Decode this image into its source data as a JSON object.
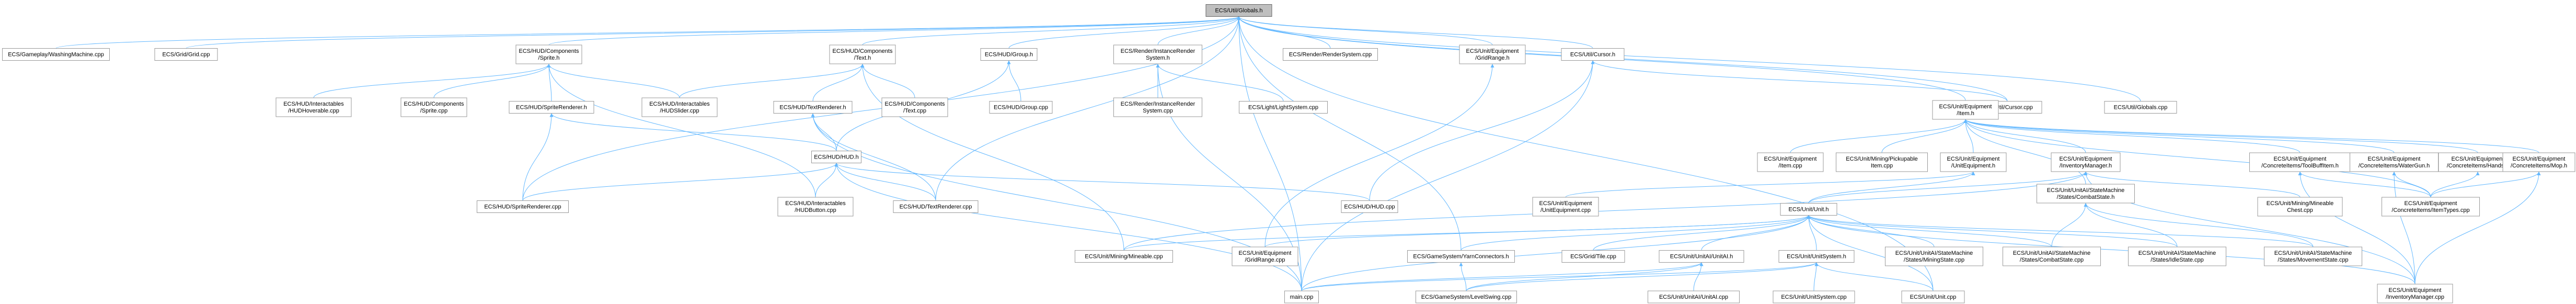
{
  "diagram": {
    "type": "include-dependency-graph",
    "root": "n_root",
    "colors": {
      "edge": "#63b8ff",
      "root_fill": "#bfbfbf",
      "node_fill": "#ffffff",
      "node_border": "#999999"
    },
    "nodes": [
      {
        "id": "n_root",
        "lines": [
          "ECS/Util/Globals.h"
        ]
      },
      {
        "id": "n_gwm",
        "lines": [
          "ECS/Gameplay/WashingMachine.cpp"
        ]
      },
      {
        "id": "n_gridcpp",
        "lines": [
          "ECS/Grid/Grid.cpp"
        ]
      },
      {
        "id": "n_hudsprite",
        "lines": [
          "ECS/HUD/Components",
          "/Sprite.h"
        ]
      },
      {
        "id": "n_hudtext",
        "lines": [
          "ECS/HUD/Components",
          "/Text.h"
        ]
      },
      {
        "id": "n_grouph",
        "lines": [
          "ECS/HUD/Group.h"
        ]
      },
      {
        "id": "n_rinst",
        "lines": [
          "ECS/Render/InstanceRender",
          "System.h"
        ]
      },
      {
        "id": "n_rrscpp",
        "lines": [
          "ECS/Render/RenderSystem.cpp"
        ]
      },
      {
        "id": "n_gridrange",
        "lines": [
          "ECS/Unit/Equipment",
          "/GridRange.h"
        ]
      },
      {
        "id": "n_cursorh",
        "lines": [
          "ECS/Util/Cursor.h"
        ]
      },
      {
        "id": "n_hover",
        "lines": [
          "ECS/HUD/Interactables",
          "/HUDHoverable.cpp"
        ]
      },
      {
        "id": "n_spritecpp",
        "lines": [
          "ECS/HUD/Components",
          "/Sprite.cpp"
        ]
      },
      {
        "id": "n_spriterenh",
        "lines": [
          "ECS/HUD/SpriteRenderer.h"
        ]
      },
      {
        "id": "n_slider",
        "lines": [
          "ECS/HUD/Interactables",
          "/HUDSlider.cpp"
        ]
      },
      {
        "id": "n_textrenh",
        "lines": [
          "ECS/HUD/TextRenderer.h"
        ]
      },
      {
        "id": "n_textcpp",
        "lines": [
          "ECS/HUD/Components",
          "/Text.cpp"
        ]
      },
      {
        "id": "n_groupcpp",
        "lines": [
          "ECS/HUD/Group.cpp"
        ]
      },
      {
        "id": "n_rinstcpp",
        "lines": [
          "ECS/Render/InstanceRender",
          "System.cpp"
        ]
      },
      {
        "id": "n_light",
        "lines": [
          "ECS/Light/LightSystem.cpp"
        ]
      },
      {
        "id": "n_cursorcpp",
        "lines": [
          "ECS/Util/Cursor.cpp"
        ]
      },
      {
        "id": "n_globalscpp",
        "lines": [
          "ECS/Util/Globals.cpp"
        ]
      },
      {
        "id": "n_itemh",
        "lines": [
          "ECS/Unit/Equipment",
          "/Item.h"
        ]
      },
      {
        "id": "n_hudh",
        "lines": [
          "ECS/HUD/HUD.h"
        ]
      },
      {
        "id": "n_itemcpp",
        "lines": [
          "ECS/Unit/Equipment",
          "/Item.cpp"
        ]
      },
      {
        "id": "n_mining",
        "lines": [
          "ECS/Unit/Mining/Pickupable",
          "Item.cpp"
        ]
      },
      {
        "id": "n_uequiph",
        "lines": [
          "ECS/Unit/Equipment",
          "/UnitEquipment.h"
        ]
      },
      {
        "id": "n_invh",
        "lines": [
          "ECS/Unit/Equipment",
          "/InventoryManager.h"
        ]
      },
      {
        "id": "n_smh",
        "lines": [
          "ECS/Unit/UnitAI/StateMachine",
          "/States/CombatState.h"
        ]
      },
      {
        "id": "n_toolh",
        "lines": [
          "ECS/Unit/Equipment",
          "/ConcreteItems/ToolBuffItem.h"
        ]
      },
      {
        "id": "n_waterh",
        "lines": [
          "ECS/Unit/Equipment",
          "/ConcreteItems/WaterGun.h"
        ]
      },
      {
        "id": "n_handsh",
        "lines": [
          "ECS/Unit/Equipment",
          "/ConcreteItems/Hands.h"
        ]
      },
      {
        "id": "n_moph",
        "lines": [
          "ECS/Unit/Equipment",
          "/ConcreteItems/Mop.h"
        ]
      },
      {
        "id": "n_spriterencpp",
        "lines": [
          "ECS/HUD/SpriteRenderer.cpp"
        ]
      },
      {
        "id": "n_button",
        "lines": [
          "ECS/HUD/Interactables",
          "/HUDButton.cpp"
        ]
      },
      {
        "id": "n_textrencpp",
        "lines": [
          "ECS/HUD/TextRenderer.cpp"
        ]
      },
      {
        "id": "n_hudcpp",
        "lines": [
          "ECS/HUD/HUD.cpp"
        ]
      },
      {
        "id": "n_uequipcpp",
        "lines": [
          "ECS/Unit/Equipment",
          "/UnitEquipment.cpp"
        ]
      },
      {
        "id": "n_unith",
        "lines": [
          "ECS/Unit/Unit.h"
        ]
      },
      {
        "id": "n_minchest",
        "lines": [
          "ECS/Unit/Mining/Mineable",
          "Chest.cpp"
        ]
      },
      {
        "id": "n_itemtypes",
        "lines": [
          "ECS/Unit/Equipment",
          "/ConcreteItems/ItemTypes.cpp"
        ]
      },
      {
        "id": "n_minmine",
        "lines": [
          "ECS/Unit/Mining/Mineable.cpp"
        ]
      },
      {
        "id": "n_gridrangecpp",
        "lines": [
          "ECS/Unit/Equipment",
          "/GridRange.cpp"
        ]
      },
      {
        "id": "n_yarn",
        "lines": [
          "ECS/GameSystem/YarnConnectors.h"
        ]
      },
      {
        "id": "n_gridtile",
        "lines": [
          "ECS/Grid/Tile.cpp"
        ]
      },
      {
        "id": "n_unitaih",
        "lines": [
          "ECS/Unit/UnitAI/UnitAI.h"
        ]
      },
      {
        "id": "n_unitsysh",
        "lines": [
          "ECS/Unit/UnitSystem.h"
        ]
      },
      {
        "id": "n_minstate",
        "lines": [
          "ECS/Unit/UnitAI/StateMachine",
          "/States/MiningState.cpp"
        ]
      },
      {
        "id": "n_combatcpp",
        "lines": [
          "ECS/Unit/UnitAI/StateMachine",
          "/States/CombatState.cpp"
        ]
      },
      {
        "id": "n_idle",
        "lines": [
          "ECS/Unit/UnitAI/StateMachine",
          "/States/IdleState.cpp"
        ]
      },
      {
        "id": "n_movement",
        "lines": [
          "ECS/Unit/UnitAI/StateMachine",
          "/States/MovementState.cpp"
        ]
      },
      {
        "id": "n_invcpp",
        "lines": [
          "ECS/Unit/Equipment",
          "/InventoryManager.cpp"
        ]
      },
      {
        "id": "n_main",
        "lines": [
          "main.cpp"
        ]
      },
      {
        "id": "n_level",
        "lines": [
          "ECS/GameSystem/LevelSwing.cpp"
        ]
      },
      {
        "id": "n_unitaicpp",
        "lines": [
          "ECS/Unit/UnitAI/UnitAI.cpp"
        ]
      },
      {
        "id": "n_unitsyscpp",
        "lines": [
          "ECS/Unit/UnitSystem.cpp"
        ]
      },
      {
        "id": "n_unitcpp",
        "lines": [
          "ECS/Unit/Unit.cpp"
        ]
      }
    ],
    "edges": [
      [
        "n_gwm",
        "n_root"
      ],
      [
        "n_gridcpp",
        "n_root"
      ],
      [
        "n_hudsprite",
        "n_root"
      ],
      [
        "n_hudtext",
        "n_root"
      ],
      [
        "n_grouph",
        "n_root"
      ],
      [
        "n_rinst",
        "n_root"
      ],
      [
        "n_rrscpp",
        "n_root"
      ],
      [
        "n_gridrange",
        "n_root"
      ],
      [
        "n_cursorh",
        "n_root"
      ],
      [
        "n_globalscpp",
        "n_root"
      ],
      [
        "n_cursorcpp",
        "n_root"
      ],
      [
        "n_itemh",
        "n_root"
      ],
      [
        "n_spriterencpp",
        "n_root"
      ],
      [
        "n_textrencpp",
        "n_root"
      ],
      [
        "n_main",
        "n_root"
      ],
      [
        "n_yarn",
        "n_root"
      ],
      [
        "n_unitcpp",
        "n_root"
      ],
      [
        "n_hover",
        "n_hudsprite"
      ],
      [
        "n_spritecpp",
        "n_hudsprite"
      ],
      [
        "n_spriterenh",
        "n_hudsprite"
      ],
      [
        "n_slider",
        "n_hudsprite"
      ],
      [
        "n_button",
        "n_hudsprite"
      ],
      [
        "n_textrenh",
        "n_hudtext"
      ],
      [
        "n_textcpp",
        "n_hudtext"
      ],
      [
        "n_slider",
        "n_hudtext"
      ],
      [
        "n_minmine",
        "n_hudtext"
      ],
      [
        "n_groupcpp",
        "n_grouph"
      ],
      [
        "n_hudh",
        "n_grouph"
      ],
      [
        "n_rinstcpp",
        "n_rinst"
      ],
      [
        "n_light",
        "n_rinst"
      ],
      [
        "n_main",
        "n_rinst"
      ],
      [
        "n_gridrangecpp",
        "n_gridrange"
      ],
      [
        "n_cursorcpp",
        "n_cursorh"
      ],
      [
        "n_hudcpp",
        "n_cursorh"
      ],
      [
        "n_main",
        "n_cursorh"
      ],
      [
        "n_spriterencpp",
        "n_spriterenh"
      ],
      [
        "n_hudh",
        "n_spriterenh"
      ],
      [
        "n_textrencpp",
        "n_textrenh"
      ],
      [
        "n_hudh",
        "n_textrenh"
      ],
      [
        "n_main",
        "n_textrenh"
      ],
      [
        "n_spriterencpp",
        "n_hudh"
      ],
      [
        "n_button",
        "n_hudh"
      ],
      [
        "n_textrencpp",
        "n_hudh"
      ],
      [
        "n_hudcpp",
        "n_hudh"
      ],
      [
        "n_main",
        "n_hudh"
      ],
      [
        "n_itemcpp",
        "n_itemh"
      ],
      [
        "n_mining",
        "n_itemh"
      ],
      [
        "n_uequiph",
        "n_itemh"
      ],
      [
        "n_invh",
        "n_itemh"
      ],
      [
        "n_smh",
        "n_itemh"
      ],
      [
        "n_toolh",
        "n_itemh"
      ],
      [
        "n_waterh",
        "n_itemh"
      ],
      [
        "n_handsh",
        "n_itemh"
      ],
      [
        "n_moph",
        "n_itemh"
      ],
      [
        "n_itemtypes",
        "n_itemh"
      ],
      [
        "n_uequipcpp",
        "n_uequiph"
      ],
      [
        "n_unith",
        "n_uequiph"
      ],
      [
        "n_minchest",
        "n_invh"
      ],
      [
        "n_minmine",
        "n_invh"
      ],
      [
        "n_invcpp",
        "n_invh"
      ],
      [
        "n_unith",
        "n_invh"
      ],
      [
        "n_combatcpp",
        "n_smh"
      ],
      [
        "n_idle",
        "n_smh"
      ],
      [
        "n_movement",
        "n_smh"
      ],
      [
        "n_itemtypes",
        "n_toolh"
      ],
      [
        "n_invcpp",
        "n_toolh"
      ],
      [
        "n_itemtypes",
        "n_waterh"
      ],
      [
        "n_invcpp",
        "n_waterh"
      ],
      [
        "n_itemtypes",
        "n_handsh"
      ],
      [
        "n_itemtypes",
        "n_moph"
      ],
      [
        "n_invcpp",
        "n_moph"
      ],
      [
        "n_main",
        "n_unith"
      ],
      [
        "n_gridrangecpp",
        "n_unith"
      ],
      [
        "n_yarn",
        "n_unith"
      ],
      [
        "n_gridtile",
        "n_unith"
      ],
      [
        "n_unitaih",
        "n_unith"
      ],
      [
        "n_unitsysh",
        "n_unith"
      ],
      [
        "n_minstate",
        "n_unith"
      ],
      [
        "n_combatcpp",
        "n_unith"
      ],
      [
        "n_idle",
        "n_unith"
      ],
      [
        "n_movement",
        "n_unith"
      ],
      [
        "n_invcpp",
        "n_unith"
      ],
      [
        "n_unitcpp",
        "n_unith"
      ],
      [
        "n_minmine",
        "n_unith"
      ],
      [
        "n_main",
        "n_unitaih"
      ],
      [
        "n_level",
        "n_unitaih"
      ],
      [
        "n_unitaicpp",
        "n_unitaih"
      ],
      [
        "n_main",
        "n_unitsysh"
      ],
      [
        "n_level",
        "n_unitsysh"
      ],
      [
        "n_unitsyscpp",
        "n_unitsysh"
      ],
      [
        "n_unitcpp",
        "n_unitsysh"
      ],
      [
        "n_level",
        "n_yarn"
      ]
    ]
  }
}
